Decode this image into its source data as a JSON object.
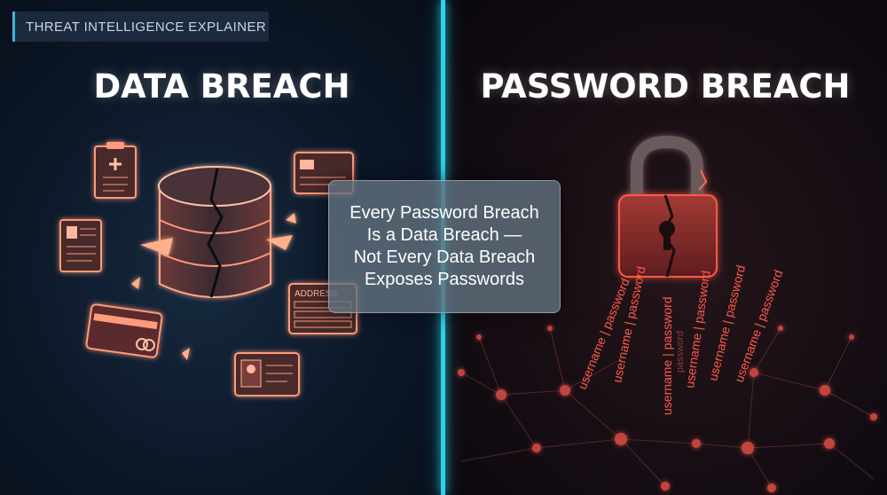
{
  "header_tag": {
    "label": "THREAT INTELLIGENCE EXPLAINER"
  },
  "left_panel": {
    "title": "DATA BREACH",
    "icons": [
      "medical-record-icon",
      "document-form-icon",
      "credit-card-icon",
      "id-card-icon",
      "address-card-icon",
      "bank-card-icon",
      "database-icon"
    ],
    "address_label": "ADDRESS"
  },
  "right_panel": {
    "title": "PASSWORD BREACH",
    "icons": [
      "padlock-icon",
      "network-graph-icon"
    ],
    "credential_streams": [
      "username | password",
      "username | password",
      "username | password",
      "username | password",
      "username | password",
      "username | password"
    ],
    "credential_stream_faint": "password"
  },
  "callout": {
    "line_1": "Every Password Breach",
    "line_2": "Is a Data Breach —",
    "line_3": "Not Every Data Breach",
    "line_4": "Exposes Passwords"
  },
  "colors": {
    "accent_cyan": "#2fd2e8",
    "glow_peach": "#ff9a7a",
    "alert_red": "#ff4a3a",
    "bg_left": "#0c1727",
    "bg_right": "#150d13"
  }
}
